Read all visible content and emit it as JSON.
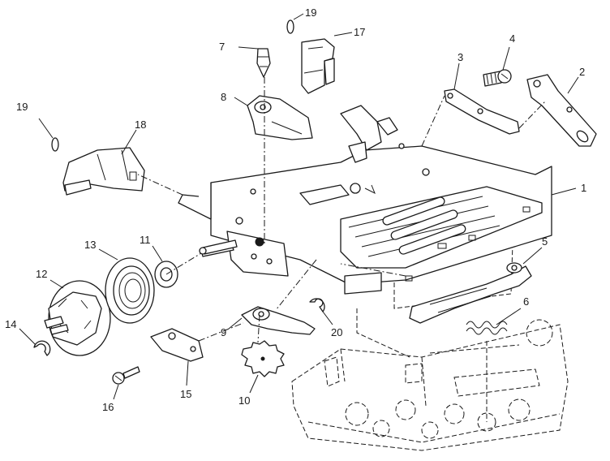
{
  "callouts": {
    "c1": "1",
    "c2": "2",
    "c3": "3",
    "c4": "4",
    "c5": "5",
    "c6": "6",
    "c7": "7",
    "c8": "8",
    "c9": "9",
    "c10": "10",
    "c11": "11",
    "c12": "12",
    "c13": "13",
    "c14": "14",
    "c15": "15",
    "c16": "16",
    "c17": "17",
    "c18": "18",
    "c19a": "19",
    "c19b": "19",
    "c20": "20"
  },
  "colors": {
    "ink": "#1a1a1a",
    "paper": "#ffffff"
  }
}
